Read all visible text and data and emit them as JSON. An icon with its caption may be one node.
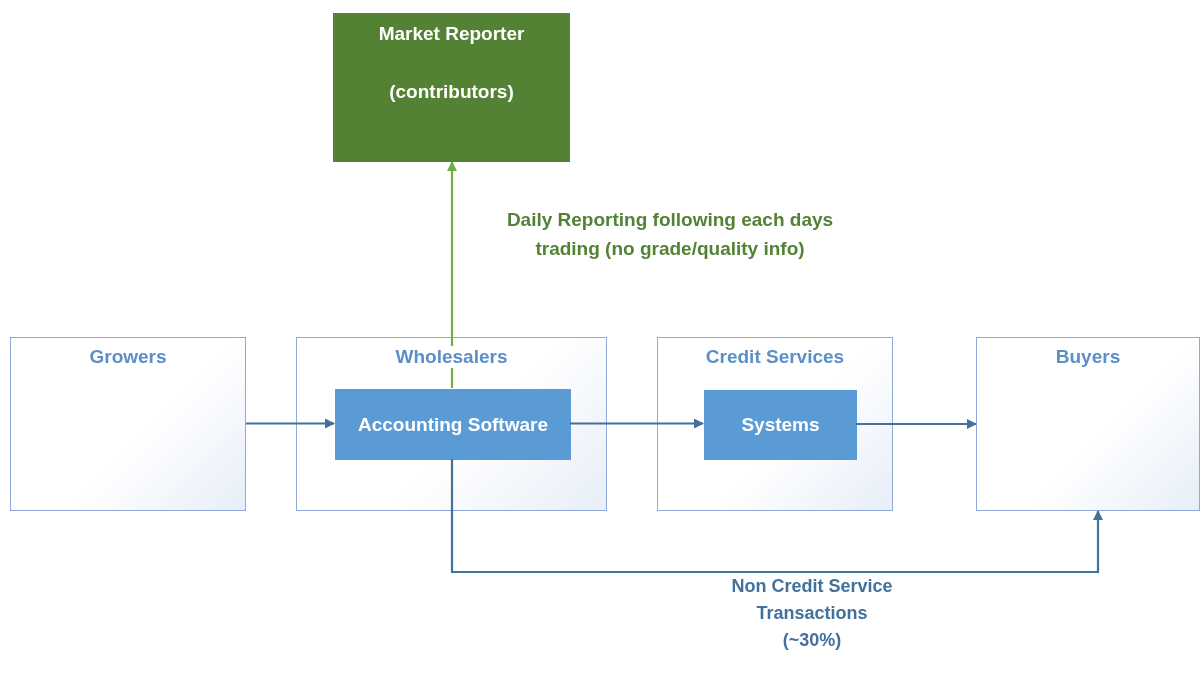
{
  "diagram": {
    "nodes": [
      {
        "text": [
          "Market Reporter",
          "(contributors)"
        ]
      },
      {
        "text": [
          "Growers"
        ]
      },
      {
        "text": [
          "Wholesalers"
        ]
      },
      {
        "text": [
          "Accounting Software"
        ],
        "in": 2
      },
      {
        "text": [
          "Credit Services"
        ]
      },
      {
        "text": [
          "Systems"
        ],
        "in": 4
      },
      {
        "text": [
          "Buyers"
        ]
      }
    ],
    "edges": [
      {
        "from": 1,
        "to": 3,
        "arrow": "to"
      },
      {
        "from": 3,
        "to": 0,
        "arrow": "to",
        "label": "Daily Reporting following each days trading (no grade/quality info)",
        "color": "#70ad47"
      },
      {
        "from": 3,
        "to": 5,
        "arrow": "to"
      },
      {
        "from": 5,
        "to": 6,
        "arrow": "to"
      },
      {
        "from": 3,
        "to": 6,
        "arrow": "to",
        "label": "Non Credit Service Transactions (~30%)"
      }
    ]
  }
}
